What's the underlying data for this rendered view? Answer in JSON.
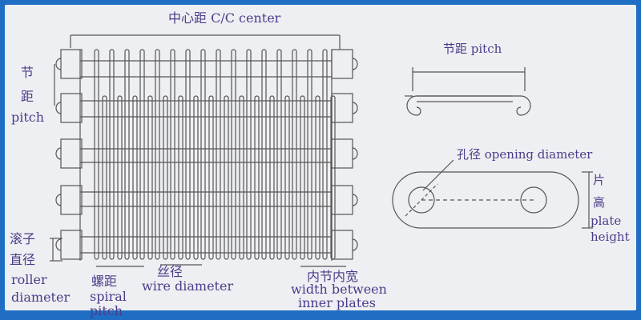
{
  "labels": {
    "center_distance": "中心距 C/C center",
    "pitch_cn_1": "节",
    "pitch_cn_2": "距",
    "pitch_en": "pitch",
    "roller_cn_1": "滚子",
    "roller_cn_2": "直径",
    "roller_en_1": "roller",
    "roller_en_2": "diameter",
    "spiral_cn": "螺距",
    "spiral_en_1": "spiral",
    "spiral_en_2": "pitch",
    "wire_cn": "丝径",
    "wire_en": "wire diameter",
    "inner_cn": "内节内宽",
    "inner_en_1": "width between",
    "inner_en_2": "inner plates",
    "pitch_detail": "节距 pitch",
    "opening_diameter": "孔径 opening diameter",
    "plate_cn_1": "片",
    "plate_cn_2": "高",
    "plate_en_1": "plate",
    "plate_en_2": "height"
  },
  "colors": {
    "frame": "#1f6ec4",
    "text": "#4b3c8a",
    "line": "#555555"
  }
}
